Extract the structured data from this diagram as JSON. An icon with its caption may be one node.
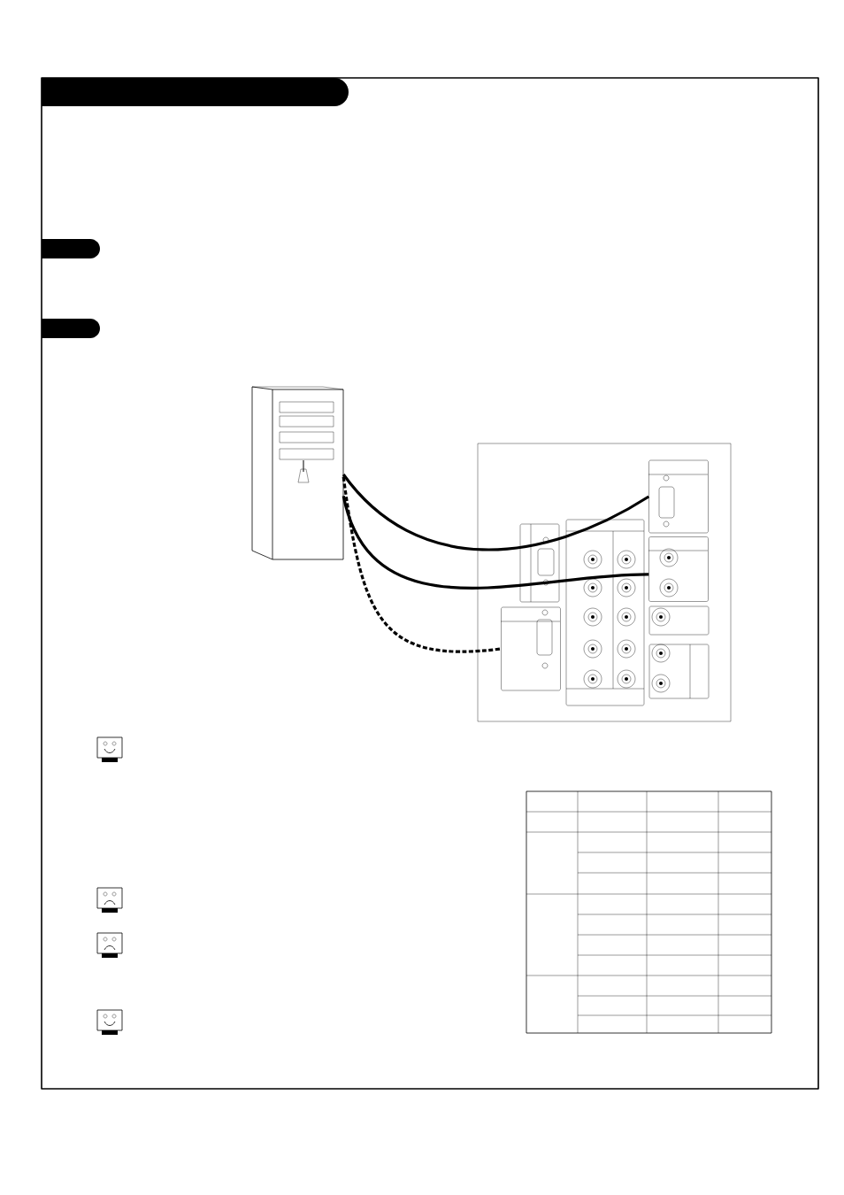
{
  "diagram": {
    "nodes": [
      {
        "text": [],
        "shape": "picture"
      },
      {
        "text": [],
        "shape": "box"
      },
      {
        "text": [],
        "shape": "box",
        "in": 1
      },
      {
        "text": [],
        "shape": "box",
        "in": 1
      },
      {
        "text": [],
        "shape": "box",
        "in": 1
      }
    ],
    "edges": [
      {
        "from": 0,
        "to": 2,
        "arrow": "none"
      },
      {
        "from": 0,
        "to": 3,
        "arrow": "none"
      },
      {
        "from": 0,
        "to": 4,
        "arrow": "none",
        "style": "dashed"
      }
    ]
  }
}
